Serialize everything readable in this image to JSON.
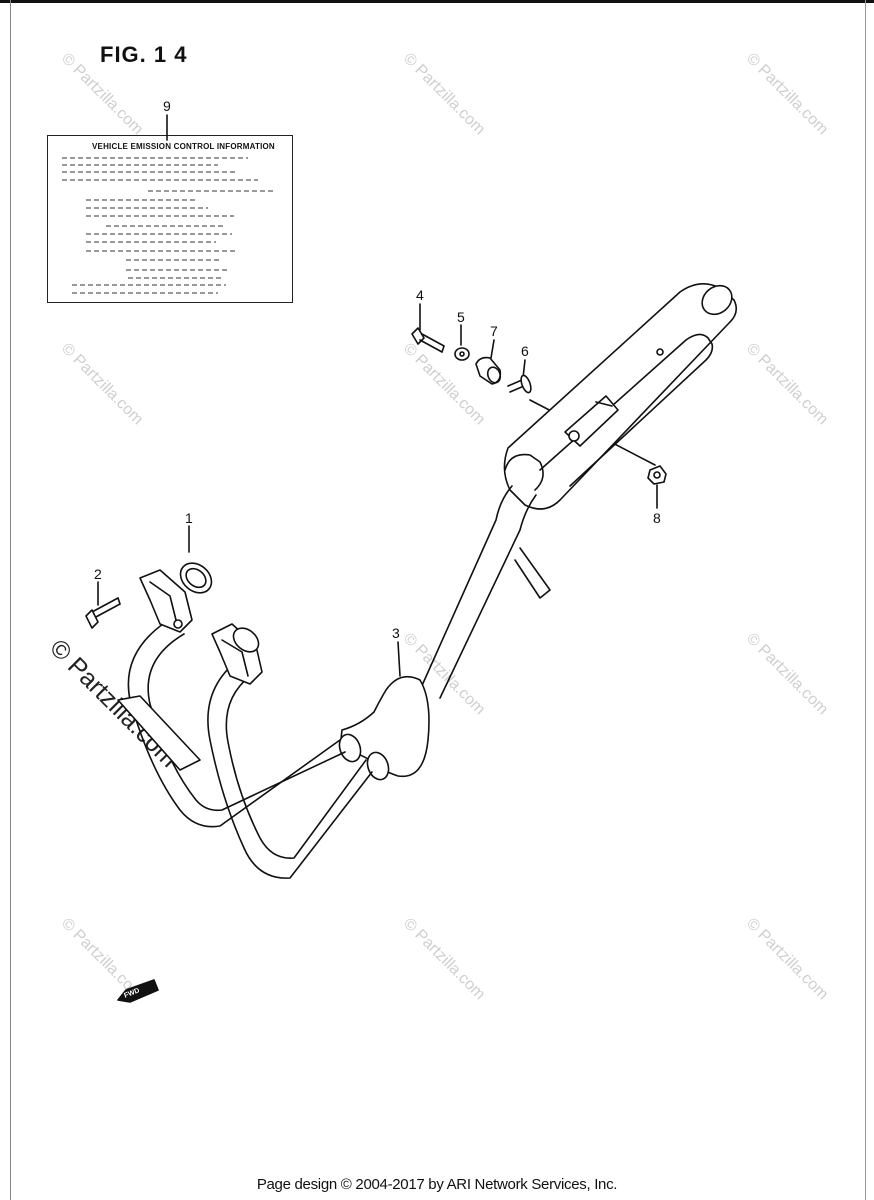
{
  "figure": {
    "title": "FIG. 1 4"
  },
  "emission_label": {
    "heading": "VEHICLE EMISSION CONTROL INFORMATION"
  },
  "callouts": [
    "1",
    "2",
    "3",
    "4",
    "5",
    "6",
    "7",
    "8",
    "9"
  ],
  "fwd_marker": "FWD",
  "watermark": {
    "text": "© Partzilla.com"
  },
  "footer": {
    "text": "Page design © 2004-2017 by ARI Network Services, Inc."
  }
}
